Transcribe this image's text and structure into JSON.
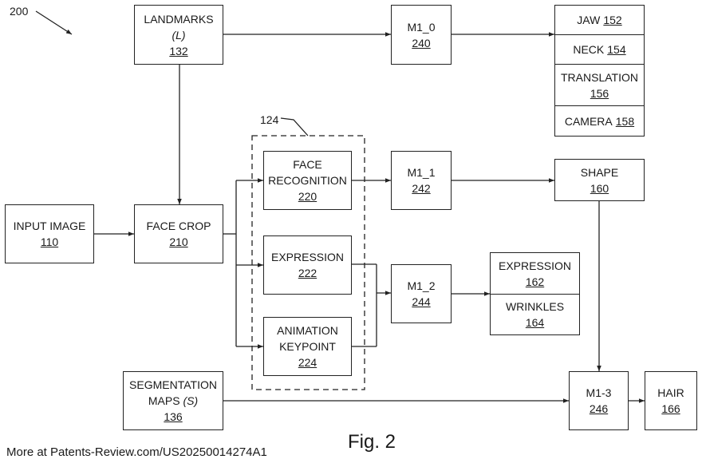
{
  "figure_ref": "200",
  "group_ref": "124",
  "caption": "Fig. 2",
  "footer": "More at Patents-Review.com/US20250014274A1",
  "boxes": {
    "landmarks": {
      "line1": "LANDMARKS",
      "line2": "(L)",
      "ref": "132"
    },
    "m1_0": {
      "label": "M1_0",
      "ref": "240"
    },
    "jaw": {
      "label": "JAW",
      "ref": "152"
    },
    "neck": {
      "label": "NECK",
      "ref": "154"
    },
    "translation": {
      "label": "TRANSLATION",
      "ref": "156"
    },
    "camera": {
      "label": "CAMERA",
      "ref": "158"
    },
    "face_recognition": {
      "line1": "FACE",
      "line2": "RECOGNITION",
      "ref": "220"
    },
    "m1_1": {
      "label": "M1_1",
      "ref": "242"
    },
    "shape": {
      "label": "SHAPE",
      "ref": "160"
    },
    "input_image": {
      "label": "INPUT IMAGE",
      "ref": "110"
    },
    "face_crop": {
      "label": "FACE CROP",
      "ref": "210"
    },
    "expression_module": {
      "label": "EXPRESSION",
      "ref": "222"
    },
    "m1_2": {
      "label": "M1_2",
      "ref": "244"
    },
    "expression_out": {
      "label": "EXPRESSION",
      "ref": "162"
    },
    "wrinkles": {
      "label": "WRINKLES",
      "ref": "164"
    },
    "animation_keypoint": {
      "line1": "ANIMATION",
      "line2": "KEYPOINT",
      "ref": "224"
    },
    "segmentation_maps": {
      "line1": "SEGMENTATION",
      "line2a": "MAPS",
      "line2b": "(S)",
      "ref": "136"
    },
    "m1_3": {
      "label": "M1-3",
      "ref": "246"
    },
    "hair": {
      "label": "HAIR",
      "ref": "166"
    }
  }
}
